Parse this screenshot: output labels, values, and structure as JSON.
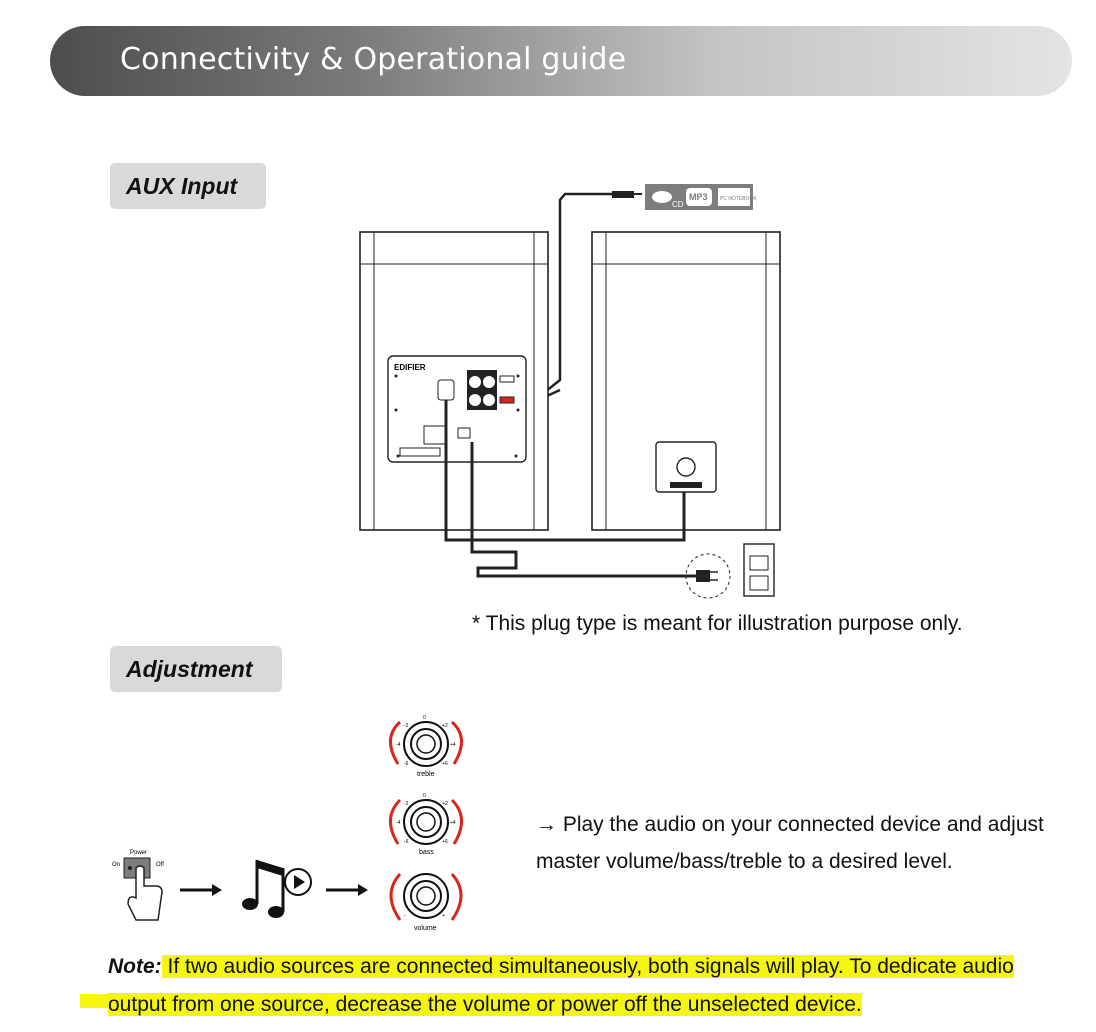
{
  "header": {
    "title": "Connectivity & Operational guide"
  },
  "sections": {
    "aux_input": {
      "label": "AUX Input"
    },
    "adjustment": {
      "label": "Adjustment"
    }
  },
  "aux_diagram": {
    "brand": "EDIFIER",
    "source_badges": [
      "CD",
      "MP3",
      "PC NOTEBOOK"
    ],
    "plug_note": "* This plug type is meant for illustration purpose only."
  },
  "adjustment_diagram": {
    "power_label": "Power",
    "on_label": "On",
    "off_label": "Off",
    "knobs": [
      {
        "name": "treble",
        "ticks": [
          "-6",
          "-4",
          "-2",
          "0",
          "+2",
          "+4",
          "+6"
        ]
      },
      {
        "name": "bass",
        "ticks": [
          "-6",
          "-4",
          "-2",
          "0",
          "+2",
          "+4",
          "+6"
        ]
      },
      {
        "name": "volume",
        "ticks": [
          "-",
          "+"
        ]
      }
    ]
  },
  "instruction": {
    "text": "→ Play the audio on your connected device and adjust master volume/bass/treble to a desired level."
  },
  "note": {
    "label": "Note:",
    "text": " If two audio sources are connected simultaneously, both signals will play. To dedicate audio output from one source, decrease the volume or power off the unselected device."
  },
  "colors": {
    "highlight": "#f5f512",
    "arrow_red": "#d7261e",
    "label_bg": "#d9d9d9"
  }
}
